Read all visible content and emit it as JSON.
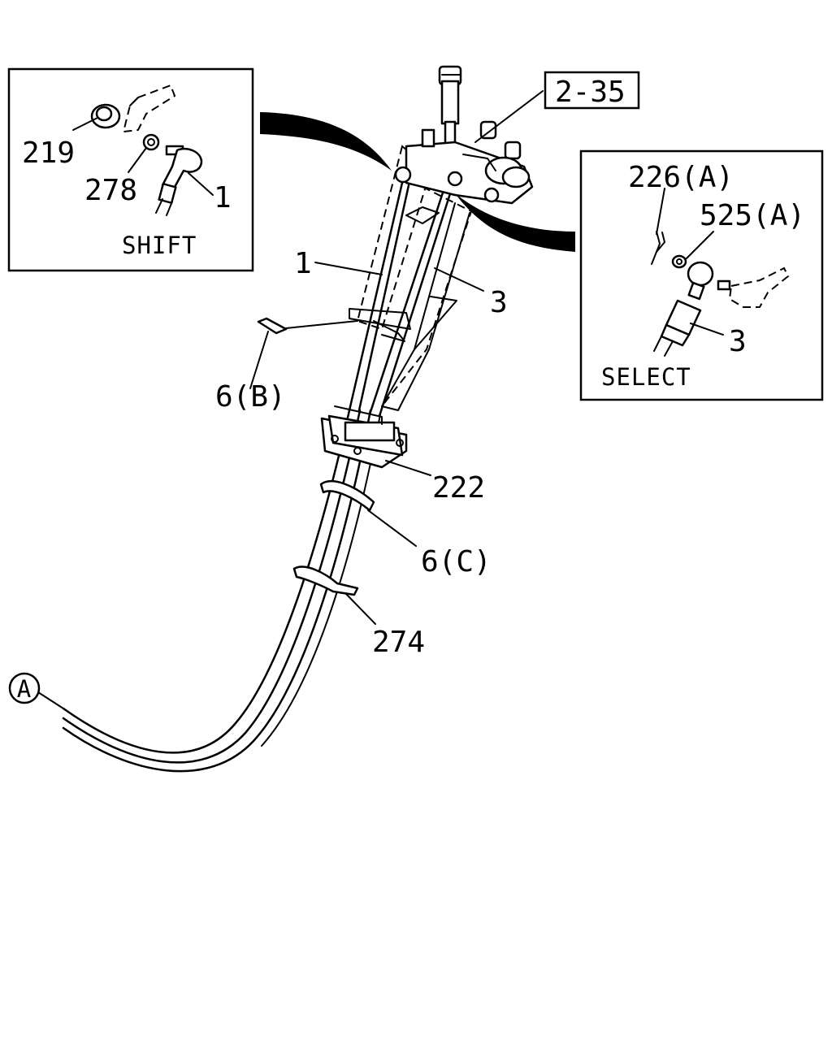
{
  "callouts": {
    "ref_box": "2-35",
    "shift_box": {
      "title": "SHIFT",
      "part_219": "219",
      "part_278": "278",
      "part_1": "1"
    },
    "select_box": {
      "title": "SELECT",
      "part_226a": "226(A)",
      "part_525a": "525(A)",
      "part_3": "3"
    },
    "main": {
      "part_1": "1",
      "part_3": "3",
      "part_6b": "6(B)",
      "part_222": "222",
      "part_6c": "6(C)",
      "part_274": "274",
      "connector_a": "A"
    }
  }
}
